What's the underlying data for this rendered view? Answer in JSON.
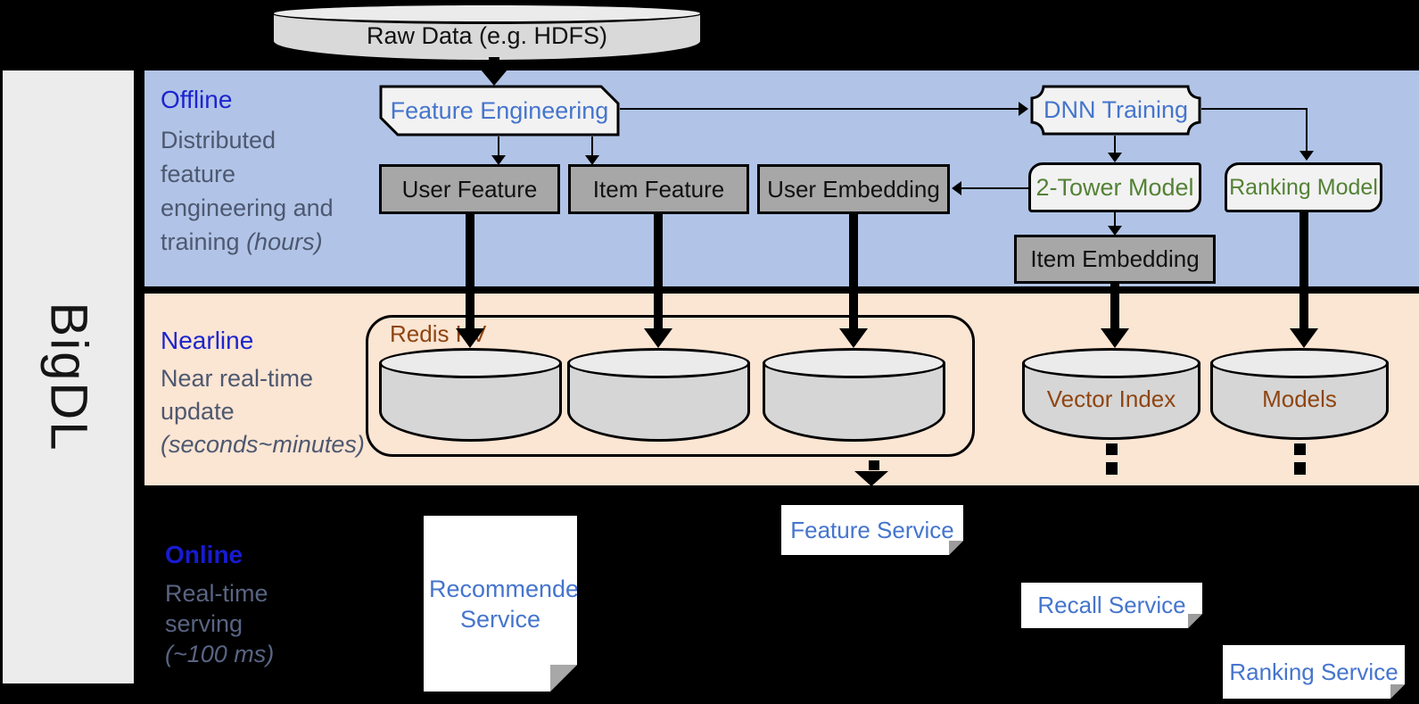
{
  "brand": {
    "label": "BigDL"
  },
  "colors": {
    "offline_band": "#b1c4e7",
    "nearline_band": "#fbe5d3",
    "sidebar": "#ececec",
    "header_blue": "#1d24cf",
    "box_text_blue": "#4575cd",
    "model_text_green": "#548235",
    "storage_text_brown": "#8f4512",
    "dark_box_fill": "#a7a7a7",
    "light_box_fill": "#f2f2f2"
  },
  "raw_data": {
    "label": "Raw Data (e.g. HDFS)"
  },
  "offline": {
    "title": "Offline",
    "subtitle": [
      "Distributed",
      "feature",
      "engineering and"
    ],
    "subtitle_tail": "training ",
    "subtitle_tail_italic": "(hours)",
    "feature_engineering": "Feature Engineering",
    "user_feature": "User Feature",
    "item_feature": "Item Feature",
    "user_embedding": "User Embedding",
    "dnn_training": "DNN Training",
    "two_tower_model": "2-Tower Model",
    "ranking_model": "Ranking Model",
    "item_embedding": "Item Embedding"
  },
  "nearline": {
    "title": "Nearline",
    "subtitle": [
      "Near real-time",
      "update"
    ],
    "subtitle_italic": "(seconds~minutes)",
    "redis_label": "Redis KV",
    "vector_index": "Vector Index",
    "models": "Models"
  },
  "online": {
    "title": "Online",
    "subtitle": [
      "Real-time",
      "serving"
    ],
    "subtitle_italic": "(~100 ms)",
    "recommender_service": "Recommender Service",
    "feature_service": "Feature Service",
    "recall_service": "Recall Service",
    "ranking_service": "Ranking Service"
  }
}
